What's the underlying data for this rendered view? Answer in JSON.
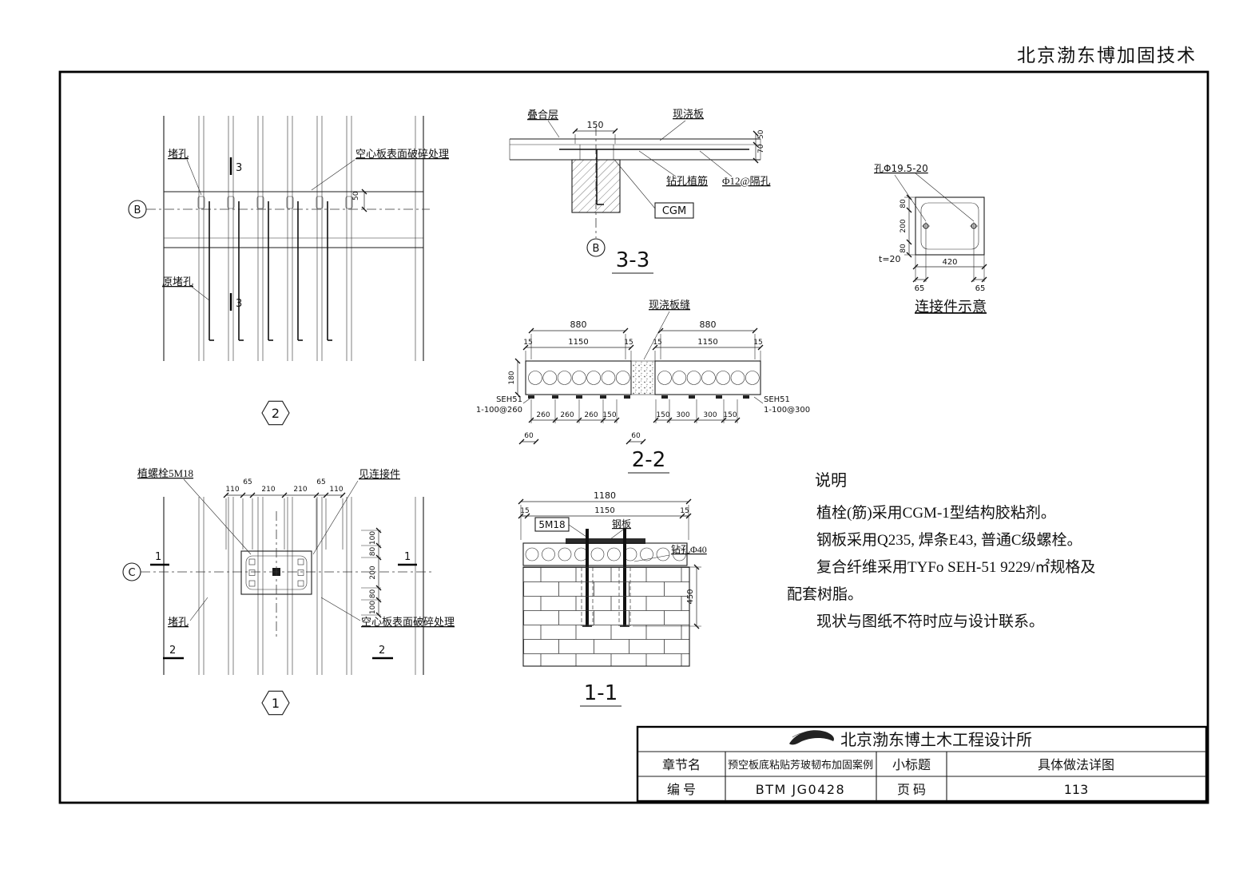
{
  "header": {
    "brand": "北京渤东博加固技术"
  },
  "plan2": {
    "label_plug": "堵孔",
    "label_surface": "空心板表面破碎处理",
    "label_orig_plug": "原堵孔",
    "axis": "B",
    "section_mark": "3",
    "dim_50": "50",
    "bubble": "2"
  },
  "sec33": {
    "label_overlay": "叠合层",
    "label_cast": "现浇板",
    "dim_150": "150",
    "dim_50": "50",
    "dim_70": "70",
    "label_drill": "钻孔植筋",
    "label_spacing": "Φ12@隔孔",
    "label_cgm": "CGM",
    "axis": "B",
    "title": "3-3"
  },
  "connector": {
    "label_hole": "孔Φ19.5-20",
    "dim_80_top": "80",
    "dim_200": "200",
    "dim_80_bottom": "80",
    "dim_t": "t=20",
    "dim_420": "420",
    "dim_65_left": "65",
    "dim_65_right": "65",
    "title": "连接件示意"
  },
  "sec22": {
    "label_seam": "现浇板缝",
    "dim_880_left": "880",
    "dim_880_right": "880",
    "dims_mid": [
      "15",
      "1150",
      "15",
      "15",
      "1150",
      "15"
    ],
    "dim_180": "180",
    "strap_left_line1": "SEH51",
    "strap_left_line2": "1-100@260",
    "strap_right_line1": "SEH51",
    "strap_right_line2": "1-100@300",
    "dims_bottom": [
      "260",
      "260",
      "260",
      "150",
      "150",
      "300",
      "300",
      "150"
    ],
    "dim_60_left": "60",
    "dim_60_mid": "60",
    "title": "2-2"
  },
  "plan1": {
    "label_bolt": "植螺栓5M18",
    "label_connector": "见连接件",
    "dims_top": [
      "110",
      "65",
      "210",
      "210",
      "65",
      "110"
    ],
    "dims_right": [
      "100",
      "80",
      "200",
      "80",
      "100"
    ],
    "axis": "C",
    "label_plug": "堵孔",
    "label_surface": "空心板表面破碎处理",
    "mark_1": "1",
    "mark_2": "2",
    "bubble": "1"
  },
  "sec11": {
    "dim_1180": "1180",
    "dim_15_left": "15",
    "dim_1150": "1150",
    "dim_15_right": "15",
    "label_bolt": "5M18",
    "label_plate": "钢板",
    "label_drill": "钻孔Φ40",
    "dim_450": "450",
    "title": "1-1"
  },
  "notes": {
    "title": "说明",
    "line1": "植栓(筋)采用CGM-1型结构胶粘剂。",
    "line2": "钢板采用Q235, 焊条E43, 普通C级螺栓。",
    "line3": "复合纤维采用TYFo SEH-51 9229/㎡规格及",
    "line4": "配套树脂。",
    "line5": "现状与图纸不符时应与设计联系。"
  },
  "titleblock": {
    "company": "北京渤东博土木工程设计所",
    "chapter_label": "章节名",
    "chapter_value": "预空板底粘贴芳玻韧布加固案例",
    "subtitle_label": "小标题",
    "subtitle_value": "具体做法详图",
    "number_label": "编  号",
    "number_value": "BTM JG0428",
    "page_label": "页  码",
    "page_value": "113"
  }
}
